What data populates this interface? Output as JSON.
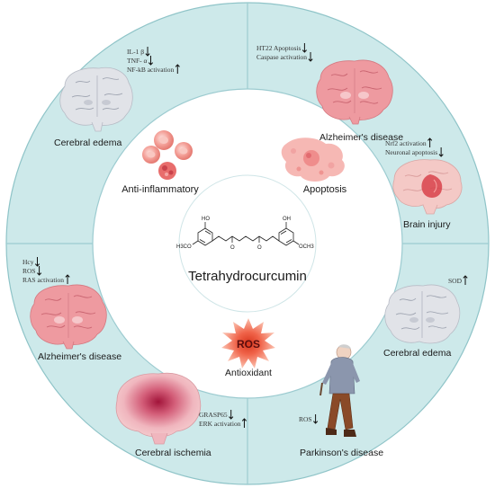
{
  "colors": {
    "outer_ring": "#cde9ea",
    "ring_edge": "#8fc4c8",
    "inner_disc": "#ffffff",
    "brain_pink": "#ee9aa0",
    "brain_white": "#e1e3e8",
    "ros_burst": "#f37e5f"
  },
  "center": {
    "compound_label": "Tetrahydrocurcumin",
    "structure_atoms": {
      "oh_left": "HO",
      "oh_right": "OH",
      "ome_left": "H3CO",
      "ome_right": "OCH3",
      "ketone_1": "O",
      "ketone_2": "O"
    }
  },
  "inner_categories": {
    "anti_inflammatory": "Anti-inflammatory",
    "apoptosis": "Apoptosis",
    "antioxidant": "Antioxidant",
    "ros_badge": "ROS"
  },
  "diseases": {
    "cerebral_edema_top": "Cerebral edema",
    "alzheimers_top": "Alzheimer's disease",
    "brain_injury": "Brain injury",
    "cerebral_edema_right": "Cerebral edema",
    "parkinsons": "Parkinson's disease",
    "cerebral_ischemia": "Cerebral ischemia",
    "alzheimers_left": "Alzheimer's disease"
  },
  "markers": {
    "cerebral_edema_top": [
      {
        "text": "IL-1 β",
        "direction": "down"
      },
      {
        "text": "TNF- α",
        "direction": "down"
      },
      {
        "text": "NF-kB activation",
        "direction": "up"
      }
    ],
    "alzheimers_top": [
      {
        "text": "HT22 Apoptosis",
        "direction": "down"
      },
      {
        "text": "Caspase activation",
        "direction": "down"
      }
    ],
    "brain_injury": [
      {
        "text": "Nrf2 activation",
        "direction": "up"
      },
      {
        "text": "Neuronal apoptosis",
        "direction": "down"
      }
    ],
    "cerebral_edema_right": [
      {
        "text": "SOD",
        "direction": "up"
      }
    ],
    "parkinsons": [
      {
        "text": "ROS",
        "direction": "down"
      }
    ],
    "cerebral_ischemia": [
      {
        "text": "GRASP65",
        "direction": "down"
      },
      {
        "text": "ERK activation",
        "direction": "up"
      }
    ],
    "alzheimers_left": [
      {
        "text": "Hcy",
        "direction": "down"
      },
      {
        "text": "ROS",
        "direction": "down"
      },
      {
        "text": "RAS activation",
        "direction": "up"
      }
    ]
  }
}
